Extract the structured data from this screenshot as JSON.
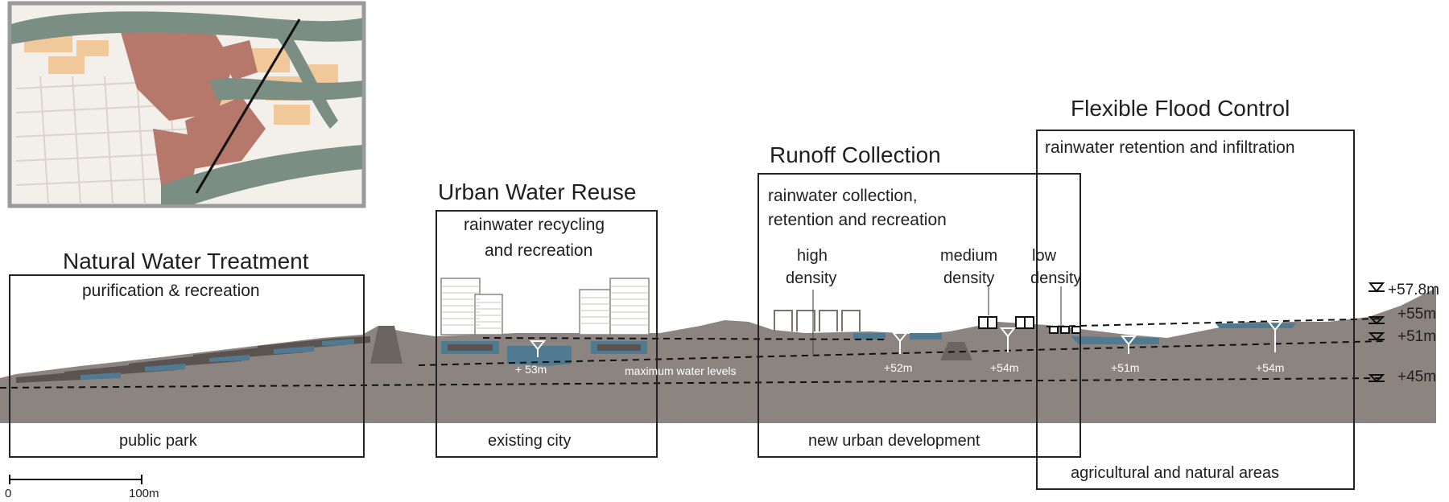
{
  "sections": [
    {
      "title": "Natural Water Treatment",
      "subtitle": "purification & recreation",
      "bottom": "public park"
    },
    {
      "title": "Urban Water Reuse",
      "subtitle_lines": [
        "rainwater recycling",
        "and recreation"
      ],
      "bottom": "existing city"
    },
    {
      "title": "Runoff Collection",
      "subtitle_lines": [
        "rainwater collection,",
        "retention and recreation"
      ],
      "bottom": "new urban development"
    },
    {
      "title": "Flexible Flood Control",
      "subtitle": "rainwater retention and infiltration",
      "bottom": "agricultural and natural areas"
    }
  ],
  "density_labels": [
    {
      "lines": [
        "high",
        "density"
      ]
    },
    {
      "lines": [
        "medium",
        "density"
      ]
    },
    {
      "lines": [
        "low",
        "density"
      ]
    }
  ],
  "water_level_labels": [
    "+ 53m",
    "maximum  water  levels",
    "+52m",
    "+54m",
    "+51m",
    "+54m"
  ],
  "elevation_markers": [
    "+57.8m",
    "+55m",
    "+51m",
    "+45m"
  ],
  "scale_bar": {
    "start": "0",
    "end": "100m"
  },
  "colors": {
    "ground": "#8c8480",
    "ground_dark": "#6b6461",
    "water": "#4f7a92",
    "frame": "#222222",
    "map_border": "#9a9a9a"
  }
}
